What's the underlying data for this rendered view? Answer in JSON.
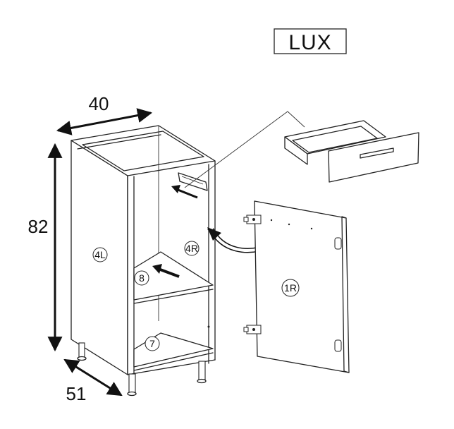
{
  "label_box": {
    "text": "LUX"
  },
  "dimensions": {
    "width": "40",
    "height": "82",
    "depth": "51"
  },
  "parts": {
    "left_side": "4L",
    "right_side": "4R",
    "shelf": "8",
    "bottom": "7",
    "door": "1R"
  }
}
